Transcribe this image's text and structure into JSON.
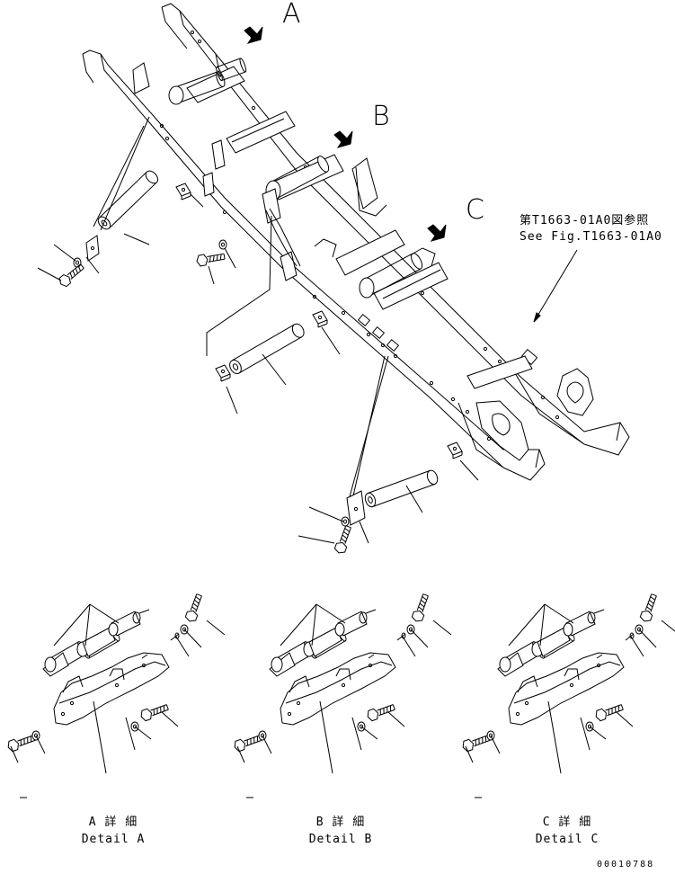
{
  "callouts": {
    "a": "A",
    "b": "B",
    "c": "C"
  },
  "reference": {
    "jp": "第T1663-01A0図参照",
    "en": "See Fig.T1663-01A0"
  },
  "details": [
    {
      "jp": "A 詳 細",
      "en": "Detail A"
    },
    {
      "jp": "B 詳 細",
      "en": "Detail B"
    },
    {
      "jp": "C 詳 細",
      "en": "Detail C"
    }
  ],
  "drawing_code": "00010788"
}
